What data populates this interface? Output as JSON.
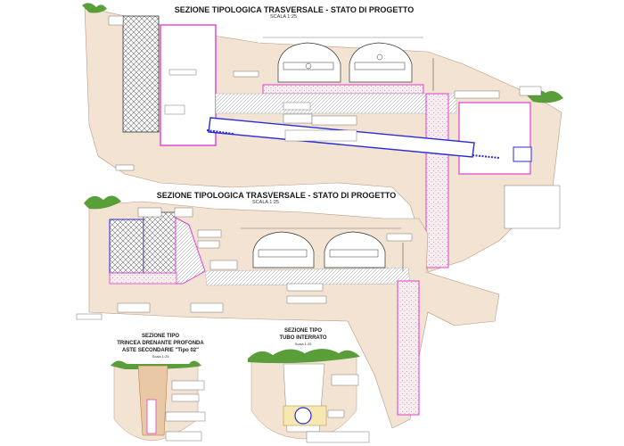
{
  "section_top": {
    "title": "SEZIONE TIPOLOGICA TRASVERSALE  - STATO DI PROGETTO",
    "scale": "SCALA 1:25"
  },
  "section_middle": {
    "title": "SEZIONE TIPOLOGICA TRASVERSALE  - STATO DI PROGETTO",
    "scale": "SCALA 1:25"
  },
  "detail_trench": {
    "title_1": "SEZIONE TIPO",
    "title_2": "TRINCEA DRENANTE PROFONDA",
    "title_3": "ASTE SECONDARIE \"Tipo 02\"",
    "scale": "Scala 1:25"
  },
  "detail_pipe": {
    "title_1": "SEZIONE TIPO",
    "title_2": "TUBO INTERRATO",
    "scale": "Scala 1:25"
  },
  "colors": {
    "soil": "#f3e3d2",
    "gravel": "#e8dcd0",
    "pipe": "#2b2bd6",
    "magenta": "#e040d0",
    "vegetation": "#5a9e3a",
    "trench_fill": "#e9c9a5"
  }
}
